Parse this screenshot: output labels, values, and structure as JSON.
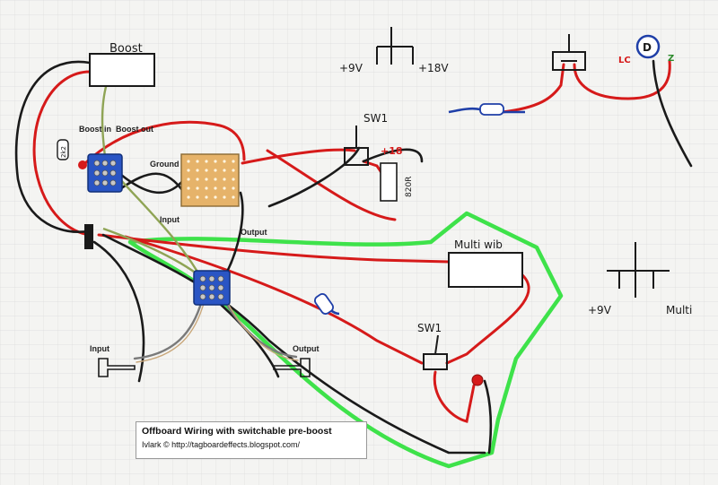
{
  "colors": {
    "red": "#d61a1a",
    "black": "#1a1a1a",
    "green": "#3ee24a",
    "blue": "#1f3fa8",
    "tan": "#e6b36a",
    "olive": "#8fa455"
  },
  "labels": {
    "boost": "Boost",
    "boost_in": "Boost in",
    "boost_out": "Boost out",
    "resistor": "2k2",
    "ground": "Ground",
    "input_board": "Input",
    "output_board": "Output",
    "input_jack": "Input",
    "output_jack": "Output",
    "sw1_top": "SW1",
    "plus18": "+18",
    "resistor_side": "820R",
    "multiwib": "Multi wib",
    "sw1_bottom": "SW1",
    "plus9v_top": "+9V",
    "plus18v_top": "+18V",
    "lc": "LC",
    "z": "Z",
    "d": "D",
    "plus9v_bottom": "+9V",
    "multi": "Multi"
  },
  "caption": {
    "title": "Offboard Wiring with switchable pre-boost",
    "credit": "Ivlark © http://tagboardeffects.blogspot.com/"
  }
}
